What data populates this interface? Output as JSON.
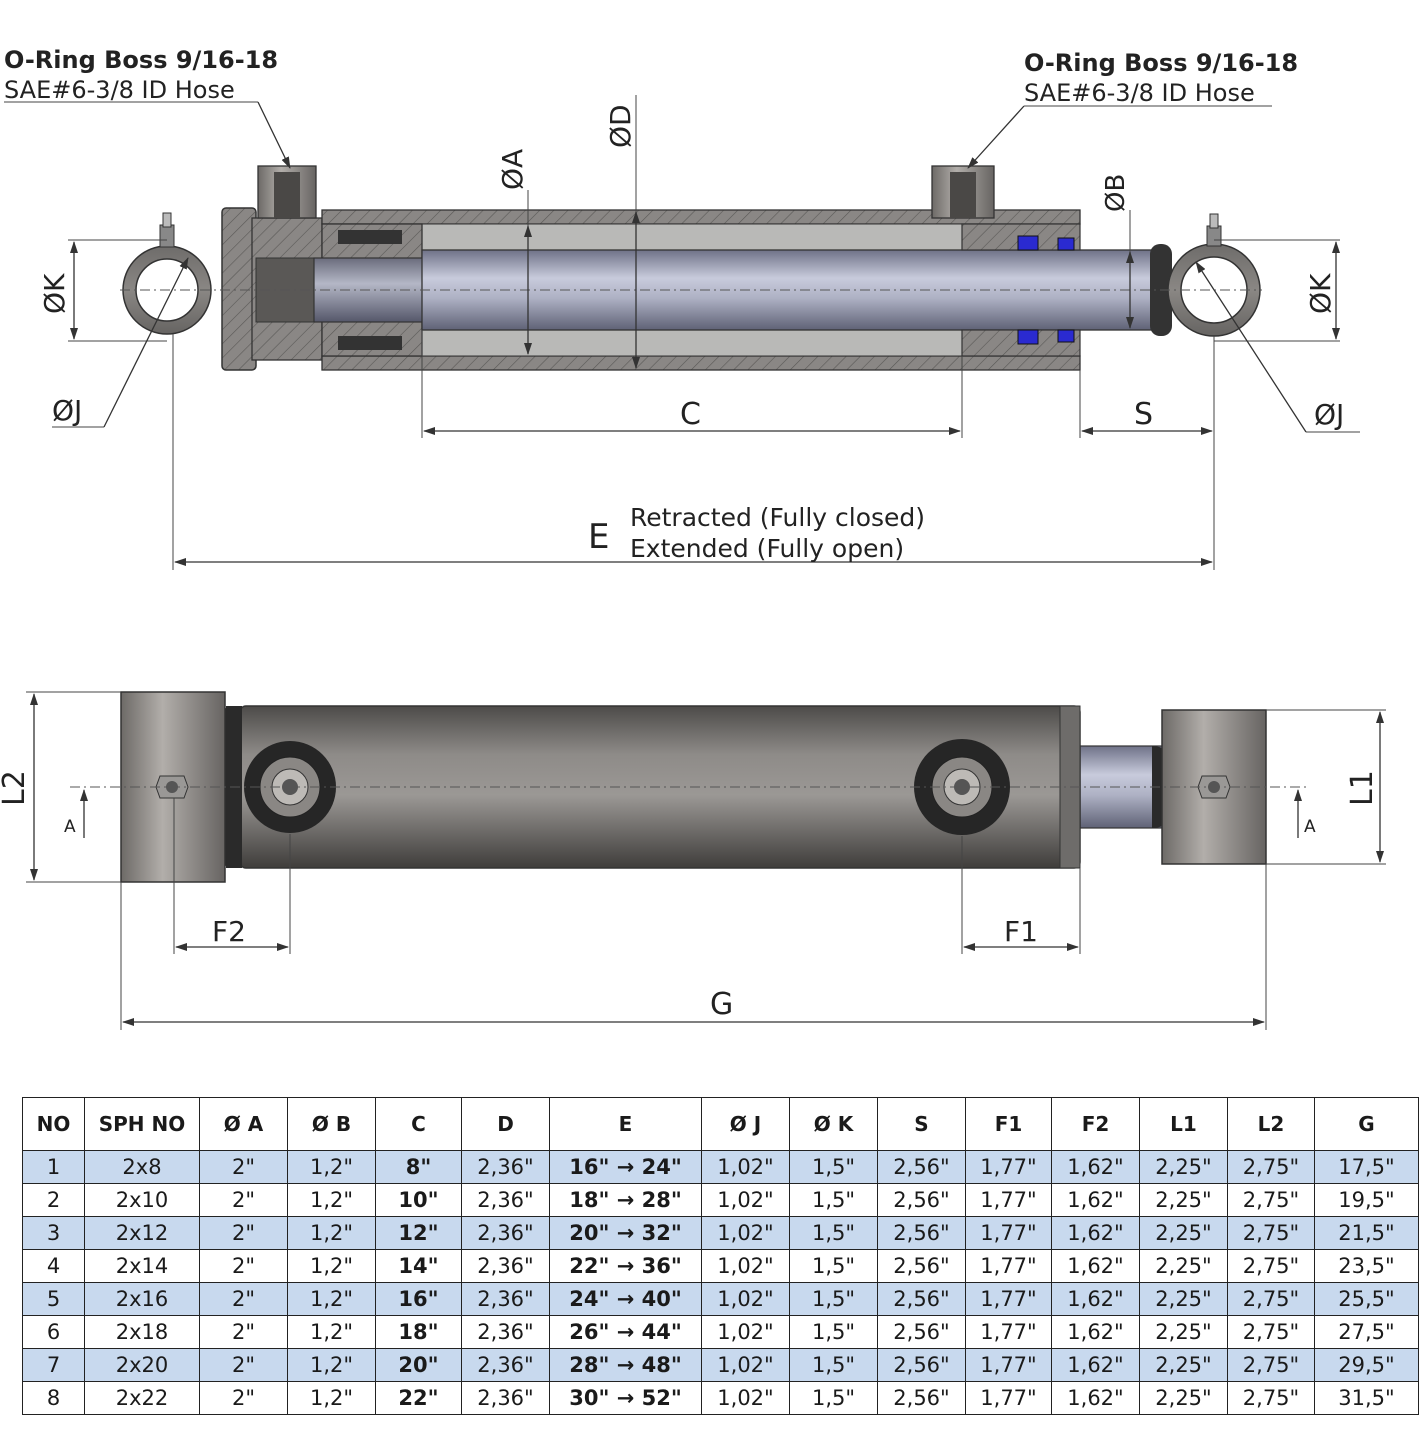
{
  "callouts": {
    "left": {
      "title": "O-Ring Boss 9/16-18",
      "subtitle": "SAE#6-3/8 ID Hose"
    },
    "right": {
      "title": "O-Ring Boss 9/16-18",
      "subtitle": "SAE#6-3/8 ID Hose"
    }
  },
  "dimensions": {
    "dia_a": "ØA",
    "dia_d": "ØD",
    "dia_b": "ØB",
    "dia_k": "ØK",
    "dia_j": "ØJ",
    "c": "C",
    "s": "S",
    "e": "E",
    "e_retracted": "Retracted (Fully closed)",
    "e_extended": "Extended (Fully open)",
    "l1": "L1",
    "l2": "L2",
    "f1": "F1",
    "f2": "F2",
    "g": "G",
    "section_a": "A"
  },
  "colors": {
    "table_stripe": "#c8d9ee",
    "cylinder": "#7d7b79",
    "seal": "#2a2ad0"
  },
  "table": {
    "headers": [
      "NO",
      "SPH NO",
      "Ø A",
      "Ø B",
      "C",
      "D",
      "E",
      "Ø J",
      "Ø K",
      "S",
      "F1",
      "F2",
      "L1",
      "L2",
      "G"
    ],
    "rows": [
      [
        "1",
        "2x8",
        "2\"",
        "1,2\"",
        "8\"",
        "2,36\"",
        "16\" → 24\"",
        "1,02\"",
        "1,5\"",
        "2,56\"",
        "1,77\"",
        "1,62\"",
        "2,25\"",
        "2,75\"",
        "17,5\""
      ],
      [
        "2",
        "2x10",
        "2\"",
        "1,2\"",
        "10\"",
        "2,36\"",
        "18\" → 28\"",
        "1,02\"",
        "1,5\"",
        "2,56\"",
        "1,77\"",
        "1,62\"",
        "2,25\"",
        "2,75\"",
        "19,5\""
      ],
      [
        "3",
        "2x12",
        "2\"",
        "1,2\"",
        "12\"",
        "2,36\"",
        "20\" → 32\"",
        "1,02\"",
        "1,5\"",
        "2,56\"",
        "1,77\"",
        "1,62\"",
        "2,25\"",
        "2,75\"",
        "21,5\""
      ],
      [
        "4",
        "2x14",
        "2\"",
        "1,2\"",
        "14\"",
        "2,36\"",
        "22\" → 36\"",
        "1,02\"",
        "1,5\"",
        "2,56\"",
        "1,77\"",
        "1,62\"",
        "2,25\"",
        "2,75\"",
        "23,5\""
      ],
      [
        "5",
        "2x16",
        "2\"",
        "1,2\"",
        "16\"",
        "2,36\"",
        "24\" → 40\"",
        "1,02\"",
        "1,5\"",
        "2,56\"",
        "1,77\"",
        "1,62\"",
        "2,25\"",
        "2,75\"",
        "25,5\""
      ],
      [
        "6",
        "2x18",
        "2\"",
        "1,2\"",
        "18\"",
        "2,36\"",
        "26\" → 44\"",
        "1,02\"",
        "1,5\"",
        "2,56\"",
        "1,77\"",
        "1,62\"",
        "2,25\"",
        "2,75\"",
        "27,5\""
      ],
      [
        "7",
        "2x20",
        "2\"",
        "1,2\"",
        "20\"",
        "2,36\"",
        "28\" → 48\"",
        "1,02\"",
        "1,5\"",
        "2,56\"",
        "1,77\"",
        "1,62\"",
        "2,25\"",
        "2,75\"",
        "29,5\""
      ],
      [
        "8",
        "2x22",
        "2\"",
        "1,2\"",
        "22\"",
        "2,36\"",
        "30\" → 52\"",
        "1,02\"",
        "1,5\"",
        "2,56\"",
        "1,77\"",
        "1,62\"",
        "2,25\"",
        "2,75\"",
        "31,5\""
      ]
    ]
  }
}
